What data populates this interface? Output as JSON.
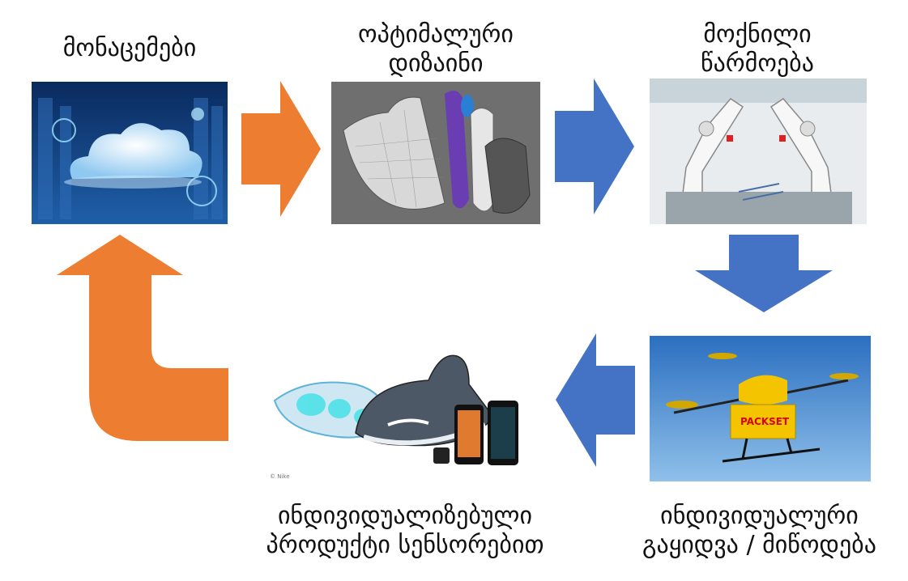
{
  "colors": {
    "orange_arrow": "#ED7D31",
    "blue_arrow": "#4472C4"
  },
  "steps": {
    "data": {
      "lines": [
        "მონაცემები"
      ],
      "image": "cloud-datacenter-image"
    },
    "design": {
      "lines": [
        "ოპტიმალური",
        "დიზაინი"
      ],
      "image": "shoe-3d-model-image"
    },
    "production": {
      "lines": [
        "მოქნილი",
        "წარმოება"
      ],
      "image": "robot-arms-image"
    },
    "sales": {
      "lines": [
        "ინდივიდუალური",
        "გაყიდვა / მიწოდება"
      ],
      "image": "delivery-drone-image",
      "drone_text": "PACKSET"
    },
    "product": {
      "lines": [
        "ინდივიდუალიზებული",
        "პროდუქტი სენსორებით"
      ],
      "image": "smart-shoe-app-image",
      "credit": "© Nike"
    }
  },
  "arrows": [
    "orange-right",
    "blue-right",
    "blue-down",
    "blue-left",
    "orange-u-turn-up"
  ]
}
